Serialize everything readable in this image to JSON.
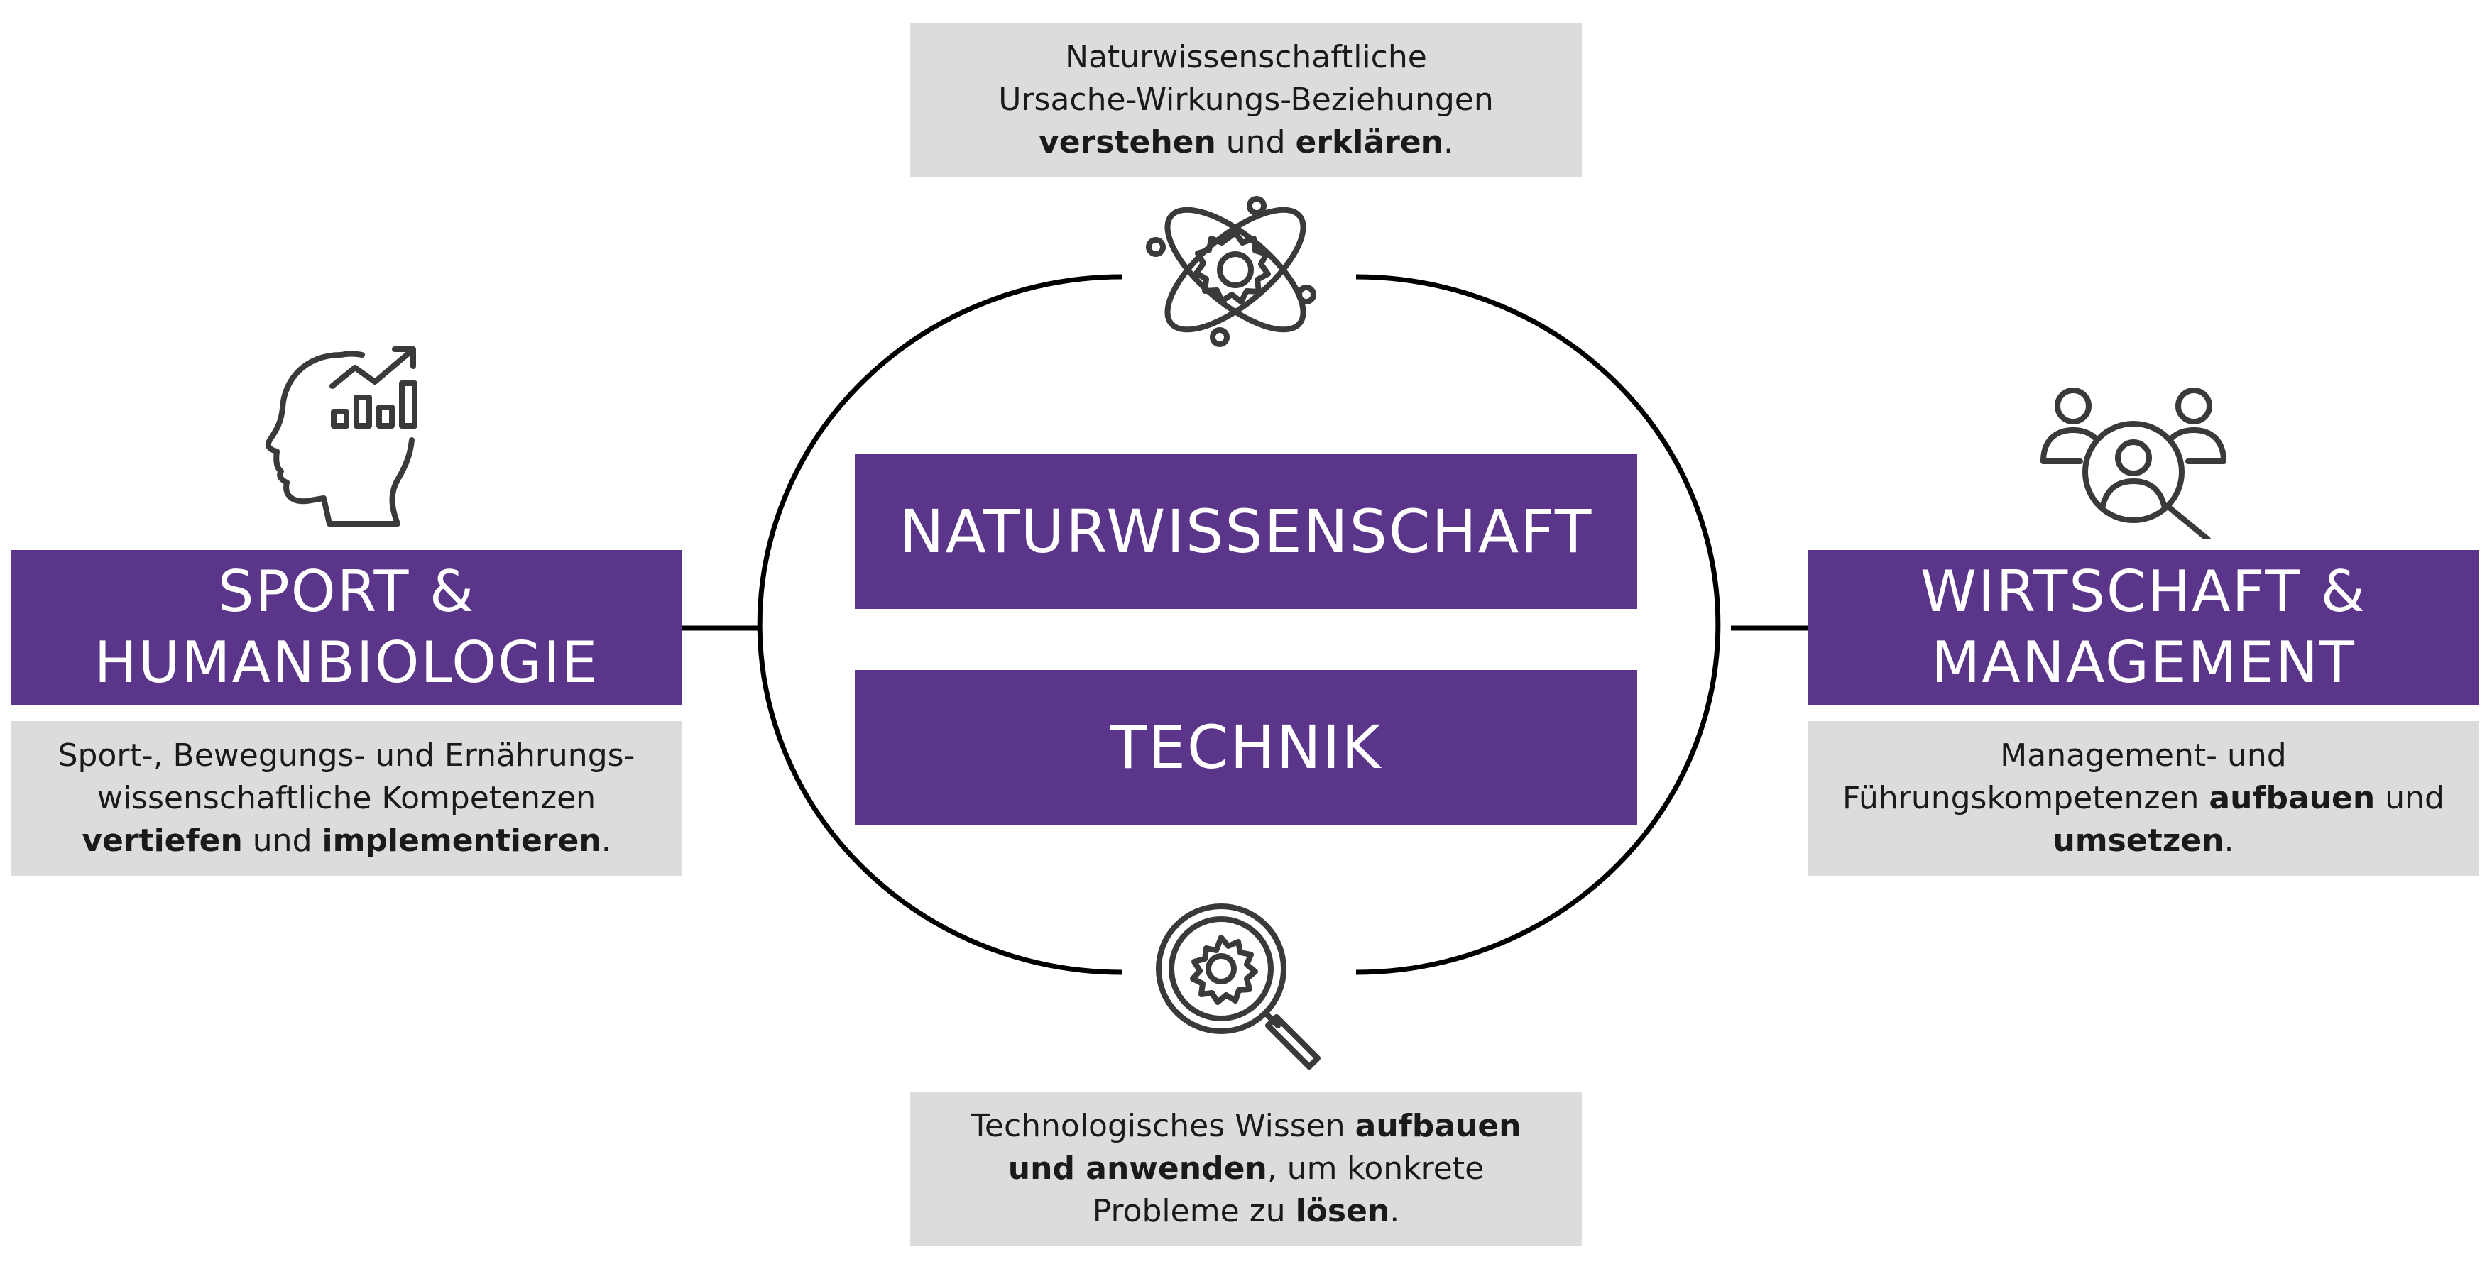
{
  "center": {
    "top_label": "NATURWISSENSCHAFT",
    "bottom_label": "TECHNIK"
  },
  "left": {
    "title_line1": "SPORT &",
    "title_line2": "HUMANBIOLOGIE",
    "desc_line1": "Sport-, Bewegungs- und Ernährungs-",
    "desc_line2": "wissenschaftliche Kompetenzen",
    "desc_line3_bold1": "vertiefen",
    "desc_line3_mid": " und ",
    "desc_line3_bold2": "implementieren",
    "desc_line3_end": ".",
    "icon": "head-growth-chart-icon"
  },
  "right": {
    "title_line1": "WIRTSCHAFT &",
    "title_line2": "MANAGEMENT",
    "desc_line1": "Management- und",
    "desc_line2_plain": "Führungskompetenzen ",
    "desc_line2_bold": "aufbauen",
    "desc_line2_end": " und",
    "desc_line3_bold": "umsetzen",
    "desc_line3_end": ".",
    "icon": "people-search-icon"
  },
  "top": {
    "desc_line1": "Naturwissenschaftliche",
    "desc_line2": "Ursache-Wirkungs-Beziehungen",
    "desc_line3_bold1": "verstehen",
    "desc_line3_mid": " und ",
    "desc_line3_bold2": "erklären",
    "desc_line3_end": ".",
    "icon": "atom-gear-icon"
  },
  "bottom": {
    "desc_line1_plain": "Technologisches Wissen ",
    "desc_line1_bold": "aufbauen",
    "desc_line2_bold": "und anwenden",
    "desc_line2_plain": ", um konkrete",
    "desc_line3_plain": "Probleme zu ",
    "desc_line3_bold": "lösen",
    "desc_line3_end": ".",
    "icon": "magnifier-gear-icon"
  },
  "colors": {
    "purple": "#5a358a",
    "grey": "#dcdcdc",
    "line": "#000000",
    "icon": "#3a3a3a"
  }
}
